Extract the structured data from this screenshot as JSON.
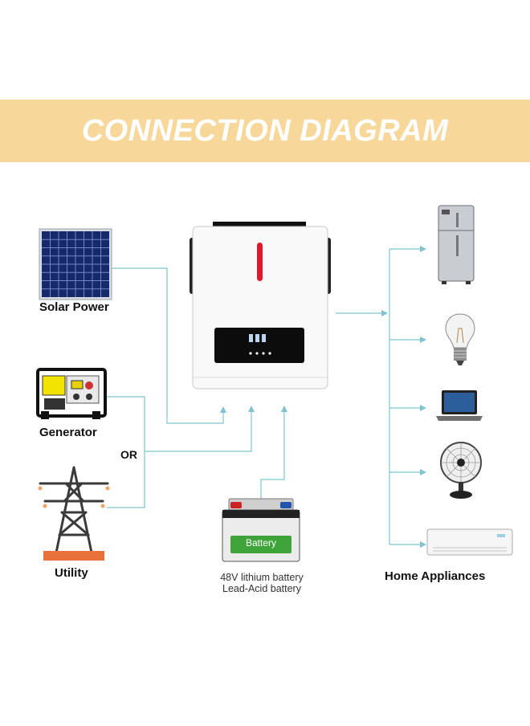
{
  "banner": {
    "title": "CONNECTION DIAGRAM"
  },
  "sources": {
    "solar_label": "Solar Power",
    "generator_label": "Generator",
    "or_label": "OR",
    "utility_label": "Utility"
  },
  "battery": {
    "badge": "Battery",
    "line1": "48V lithium battery",
    "line2": "Lead-Acid battery"
  },
  "appliances": {
    "label": "Home Appliances"
  },
  "colors": {
    "banner": "#f8d79a",
    "wire": "#7ec3cf",
    "led": "#e4182c"
  }
}
